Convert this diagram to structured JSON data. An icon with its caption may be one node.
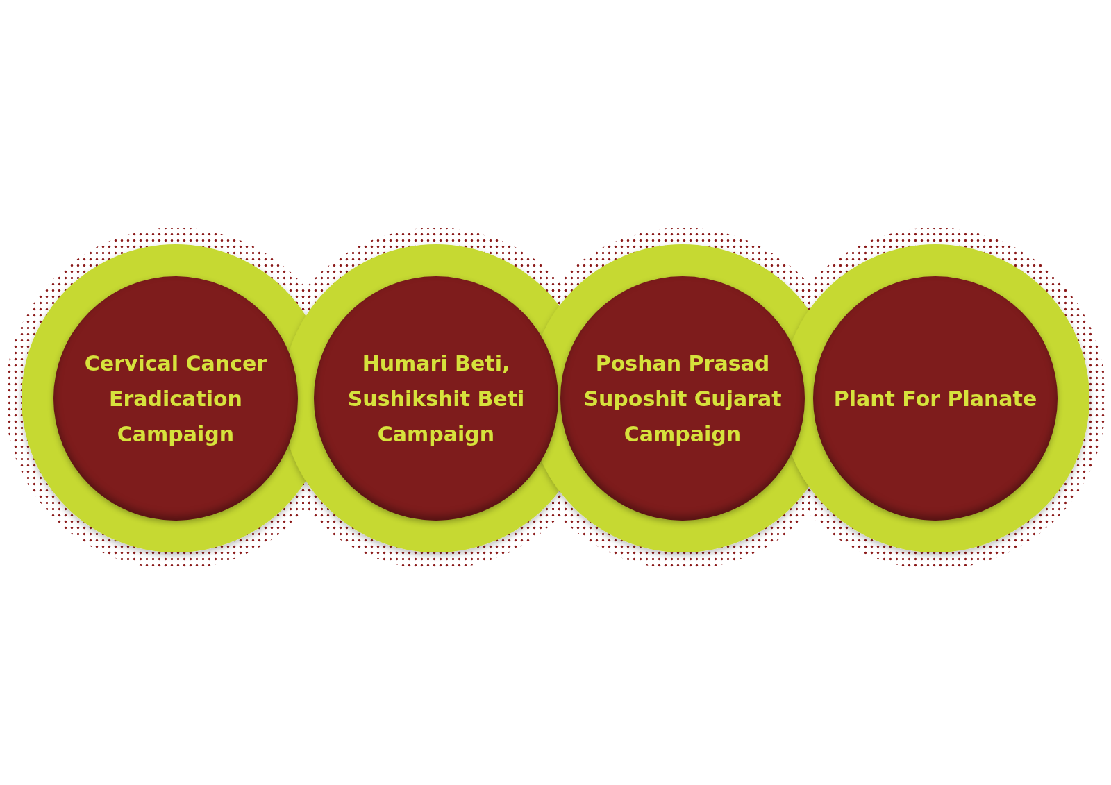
{
  "diagram": {
    "nodes": [
      {
        "text": [
          "Cervical Cancer Eradication Campaign"
        ]
      },
      {
        "text": [
          "Humari Beti, Sushikshit Beti Campaign"
        ]
      },
      {
        "text": [
          "Poshan Prasad Suposhit Gujarat Campaign"
        ]
      },
      {
        "text": [
          "Plant For Planate"
        ]
      }
    ]
  }
}
